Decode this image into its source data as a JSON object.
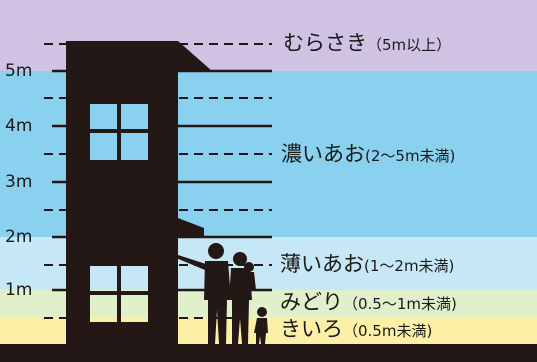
{
  "bands": [
    {
      "key": "purple",
      "color": "#cfc2e2"
    },
    {
      "key": "dark_blue",
      "color": "#8ad0ef"
    },
    {
      "key": "light_blue",
      "color": "#c6e7f6"
    },
    {
      "key": "green",
      "color": "#dff0cb"
    },
    {
      "key": "yellow",
      "color": "#fbf0a6"
    }
  ],
  "colors": {
    "silhouette": "#231815",
    "ground": "#231815",
    "text": "#1a1a1a"
  },
  "scale": {
    "ticks": [
      {
        "label": "5m",
        "value": 5
      },
      {
        "label": "4m",
        "value": 4
      },
      {
        "label": "3m",
        "value": 3
      },
      {
        "label": "2m",
        "value": 2
      },
      {
        "label": "1m",
        "value": 1
      }
    ]
  },
  "labels": {
    "purple": {
      "main": "むらさき",
      "sub": "（5m以上）"
    },
    "dark_blue": {
      "main": "濃いあお",
      "sub": "(2～5m未満)"
    },
    "light_blue": {
      "main": "薄いあお",
      "sub": "(1～2m未満)"
    },
    "green": {
      "main": "みどり",
      "sub": "（0.5～1m未満)"
    },
    "yellow": {
      "main": "きいろ",
      "sub": "（0.5m未満)"
    }
  }
}
